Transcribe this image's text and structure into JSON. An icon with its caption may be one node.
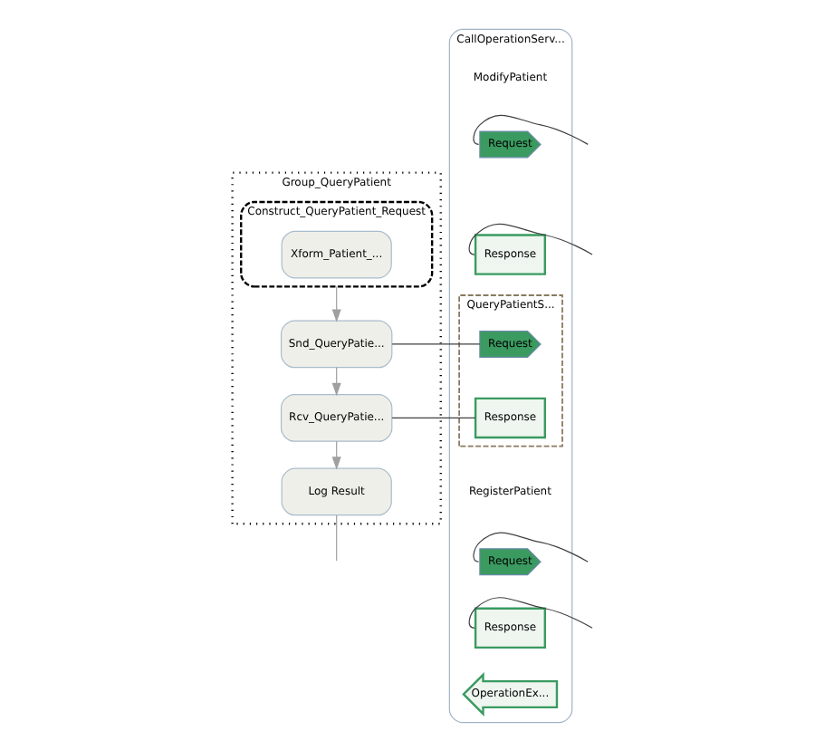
{
  "diagram": {
    "nodes": [
      {
        "text": [
          "Group_QueryPatient"
        ]
      },
      {
        "text": [
          "Construct_QueryPatient_Request"
        ],
        "in": 0
      },
      {
        "text": [
          "Xform_Patient_..."
        ],
        "in": 1
      },
      {
        "text": [
          "Snd_QueryPatie..."
        ],
        "in": 0
      },
      {
        "text": [
          "Rcv_QueryPatie..."
        ],
        "in": 0
      },
      {
        "text": [
          "Log Result"
        ],
        "in": 0
      },
      {
        "text": [
          "CallOperationServ..."
        ]
      },
      {
        "text": [
          "ModifyPatient"
        ],
        "in": 6
      },
      {
        "text": [
          "Request"
        ],
        "in": 6
      },
      {
        "text": [
          "Response"
        ],
        "in": 6
      },
      {
        "text": [
          "QueryPatientS..."
        ],
        "in": 6
      },
      {
        "text": [
          "Request"
        ],
        "in": 10
      },
      {
        "text": [
          "Response"
        ],
        "in": 10
      },
      {
        "text": [
          "RegisterPatient"
        ],
        "in": 6
      },
      {
        "text": [
          "Request"
        ],
        "in": 6
      },
      {
        "text": [
          "Response"
        ],
        "in": 6
      },
      {
        "text": [
          "OperationEx..."
        ],
        "in": 6
      }
    ],
    "edges": [
      {
        "from": 1,
        "to": 3,
        "arrow": "to",
        "color": "#a0a0a0"
      },
      {
        "from": 3,
        "to": 4,
        "arrow": "to",
        "color": "#a0a0a0"
      },
      {
        "from": 4,
        "to": 5,
        "arrow": "to",
        "color": "#a0a0a0"
      },
      {
        "from": 5,
        "to": null,
        "arrow": "none",
        "color": "#a0a0a0"
      },
      {
        "from": null,
        "to": 8,
        "arrow": "none",
        "color": "#404040"
      },
      {
        "from": null,
        "to": 9,
        "arrow": "none",
        "color": "#404040"
      },
      {
        "from": 3,
        "to": 11,
        "arrow": "none",
        "color": "#404040"
      },
      {
        "from": 12,
        "to": 4,
        "arrow": "none",
        "color": "#404040"
      },
      {
        "from": null,
        "to": 14,
        "arrow": "none",
        "color": "#404040"
      },
      {
        "from": null,
        "to": 15,
        "arrow": "none",
        "color": "#404040"
      }
    ]
  }
}
